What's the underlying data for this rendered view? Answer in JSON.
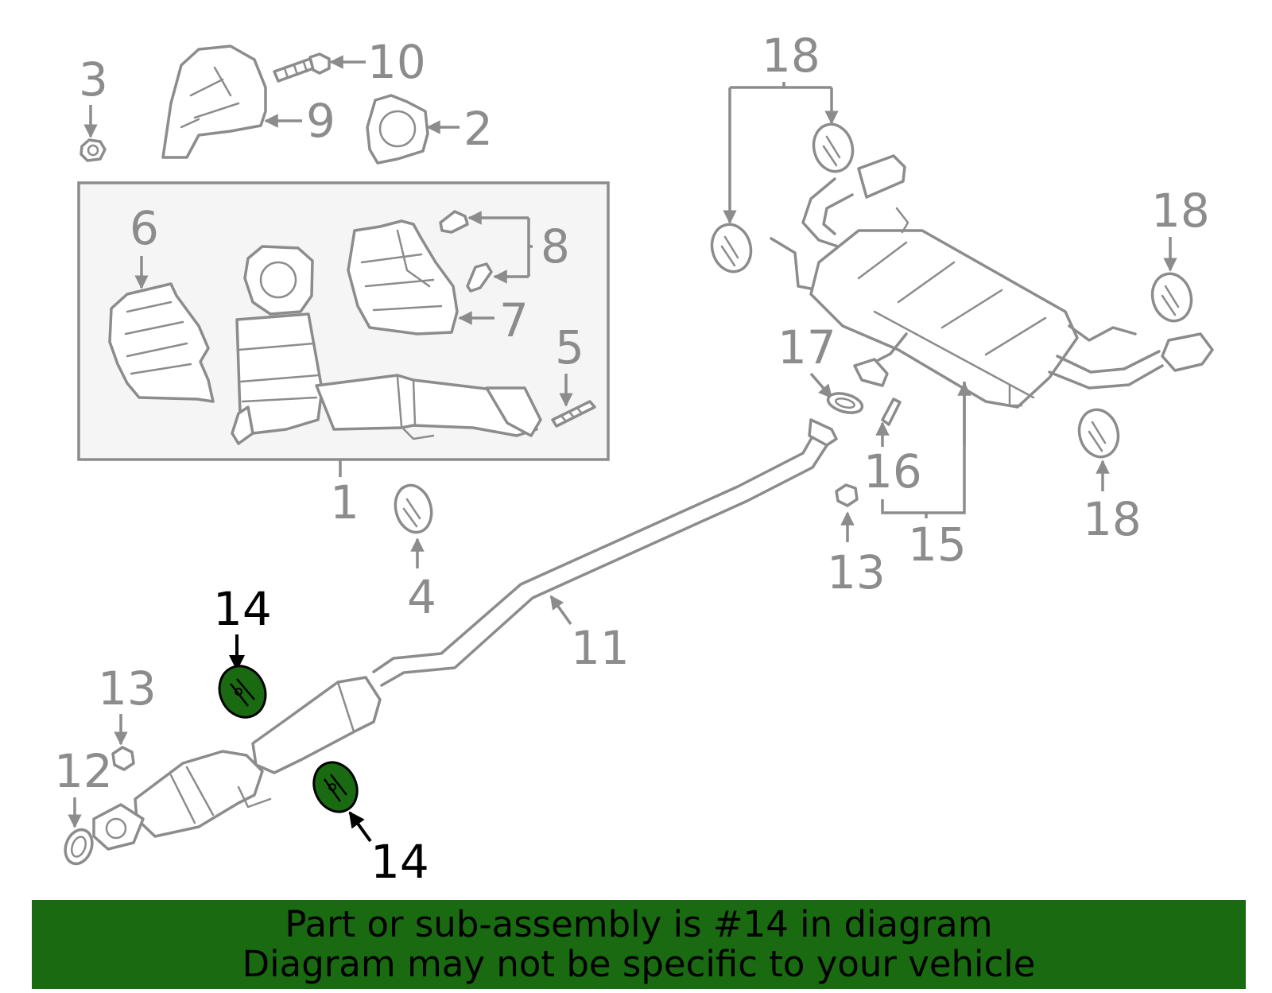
{
  "colors": {
    "line": "#8c8c8c",
    "highlight_fill": "#1a6a12",
    "highlight_label": "#000000",
    "banner_bg": "#1a6a12",
    "panel_bg": "#f5f5f5"
  },
  "callouts": {
    "c1": "1",
    "c2": "2",
    "c3": "3",
    "c4": "4",
    "c5": "5",
    "c6": "6",
    "c7": "7",
    "c8": "8",
    "c9": "9",
    "c10": "10",
    "c11": "11",
    "c12": "12",
    "c13a": "13",
    "c13b": "13",
    "c14a": "14",
    "c14b": "14",
    "c15": "15",
    "c16": "16",
    "c17": "17",
    "c18a": "18",
    "c18b": "18",
    "c18c": "18"
  },
  "highlighted_part": "14",
  "banner": {
    "line1": "Part or sub-assembly is #14 in diagram",
    "line2": "Diagram may not be specific to your vehicle"
  }
}
